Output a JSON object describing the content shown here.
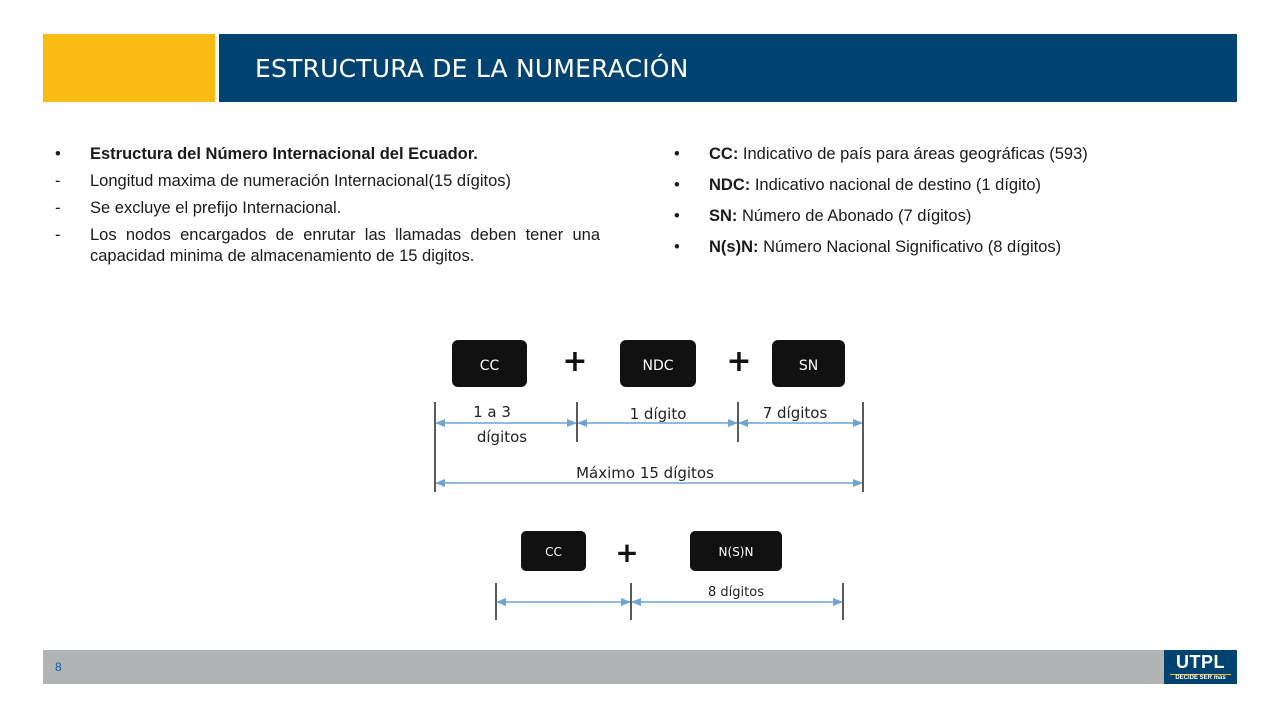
{
  "header": {
    "title": "ESTRUCTURA DE LA NUMERACIÓN"
  },
  "left_column": {
    "heading": "Estructura del Número Internacional del Ecuador.",
    "items": [
      "Longitud maxima de numeración Internacional(15 dígitos)",
      "Se excluye el prefijo Internacional.",
      "Los nodos encargados de enrutar las llamadas deben tener una capacidad minima de almacenamiento de 15 digitos."
    ]
  },
  "right_column": {
    "items": [
      {
        "term": "CC:",
        "desc": " Indicativo de país para áreas geográficas (593)"
      },
      {
        "term": "NDC:",
        "desc": " Indicativo nacional de destino (1 dígito)"
      },
      {
        "term": "SN:",
        "desc": " Número de Abonado (7 dígitos)"
      },
      {
        "term": "N(s)N:",
        "desc": " Número Nacional Significativo (8 dígitos)"
      }
    ]
  },
  "diagram": {
    "top": {
      "boxes": [
        "CC",
        "NDC",
        "SN"
      ],
      "segments": [
        "1 a 3",
        "dígitos",
        "1 dígito",
        "7 dígitos"
      ],
      "total": "Máximo 15 dígitos"
    },
    "bottom": {
      "boxes": [
        "CC",
        "N(S)N"
      ],
      "segment": "8 dígitos"
    }
  },
  "footer": {
    "page_number": "8",
    "logo_text": "UTPL",
    "logo_tagline": "DECIDE SER más"
  },
  "colors": {
    "header_blue": "#004371",
    "accent_yellow": "#fbbb15",
    "footer_gray": "#b1b3b4",
    "arrow_blue": "#6fa3d0"
  }
}
